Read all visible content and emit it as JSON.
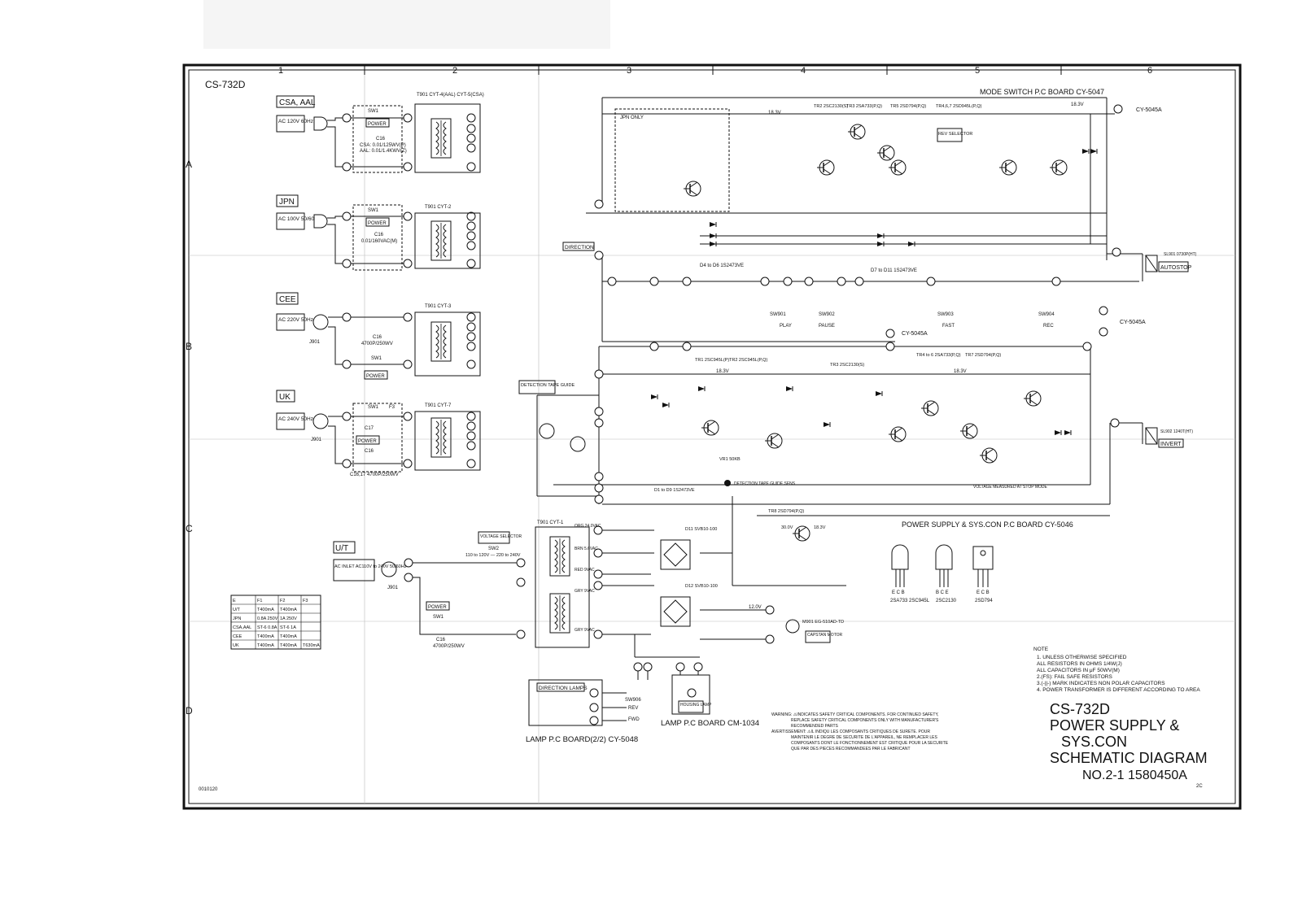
{
  "drawing_id": "CS-732D",
  "corner_code": "0010120",
  "grid_cols": [
    "1",
    "2",
    "3",
    "4",
    "5",
    "6"
  ],
  "grid_rows": [
    "A",
    "B",
    "C",
    "D"
  ],
  "areas": {
    "csa": {
      "tag": "CSA, AAL",
      "inlet": "AC 120V 60Hz",
      "transformer": "T901 CYT-4(AAL) CYT-5(CSA)",
      "sw": "SW1",
      "power": "POWER",
      "cap": "C16",
      "cap_note1": "CSA: 0.01/125WV(P)",
      "cap_note2": "AAL: 0.01/1.4KWV(Z)"
    },
    "jpn": {
      "tag": "JPN",
      "inlet": "AC 100V 50/60Hz",
      "transformer": "T901 CYT-2",
      "sw": "SW1",
      "power": "POWER",
      "cap": "C16",
      "cap_note1": "0.01/160VAC(M)"
    },
    "cee": {
      "tag": "CEE",
      "inlet": "AC 220V 50Hz",
      "transformer": "T901 CYT-3",
      "sw": "SW1",
      "power": "POWER",
      "cap": "C16",
      "cap_note1": "4700P/250WV",
      "jack": "J901"
    },
    "uk": {
      "tag": "UK",
      "inlet": "AC 240V 50Hz",
      "transformer": "T901 CYT-7",
      "sw": "SW1",
      "power": "POWER",
      "cap": "C16",
      "cap2": "C17",
      "fuse": "F3",
      "cap_note1": "C16,17 4700P/250WV",
      "jack": "J901"
    },
    "ut": {
      "tag": "U/T",
      "inlet": "AC INLET AC110V to 240V 50/60Hz",
      "transformer": "T901 CYT-1",
      "voltage_selector": "VOLTAGE SELECTOR",
      "sw2": "SW2",
      "vs_range": "110 to 120V — 220 to 240V",
      "power": "POWER",
      "sw": "SW1",
      "cap": "C16",
      "cap_note1": "4700P/250WV",
      "jack": "J901",
      "taps": [
        "ORG 24.0VAC",
        "BRN 5.6VAC",
        "RED 9VAC",
        "GRY 9VAC",
        "GRY 9VAC"
      ]
    }
  },
  "fuse_table": {
    "headers": [
      "E",
      "F1",
      "F2",
      "F3"
    ],
    "rows": [
      [
        "U/T",
        "T400mA",
        "T400mA",
        ""
      ],
      [
        "JPN",
        "0.8A 250V",
        "1A 250V",
        ""
      ],
      [
        "CSA,AAL",
        "ST-6 0.8A",
        "ST-6 1A",
        ""
      ],
      [
        "CEE",
        "T400mA",
        "T400mA",
        ""
      ],
      [
        "UK",
        "T400mA",
        "T400mA",
        "T630mA"
      ]
    ]
  },
  "labels": {
    "mode_board": "MODE SWITCH P.C BOARD CY-5047",
    "jpn_only": "JPN ONLY",
    "rev_selector": "REV SELECTOR",
    "direction": "DIRECTION",
    "autostop": "AUTOSTOP",
    "invert": "INVERT",
    "cy5045a_top": "CY-5045A",
    "cy5045a_mid": "CY-5045A",
    "cy5045a_right": "CY-5045A",
    "sl901": "SL901 0730P(HT)",
    "sl902": "SL902 1240T(HT)",
    "detection": "DETECTION TAPE GUIDE",
    "detection_sens": "DETECTION TAPE GUIDE SENS",
    "vr1": "VR1 50KB",
    "voltage_measured": "VOLTAGE MEASURED AT STOP MODE",
    "power_board": "POWER SUPPLY & SYS.CON P.C BOARD CY-5046",
    "d4_d6": "D4 to D6 1S2473VE",
    "d7_d11": "D7 to D11 1S2473VE",
    "d1_d9": "D1 to D9 1S2473VE",
    "sw901": "SW901",
    "sw902": "SW902",
    "sw903": "SW903",
    "sw904": "SW904",
    "play": "PLAY",
    "pause": "PAUSE",
    "fast": "FAST",
    "rec": "REC",
    "d11": "D11 SVB10-100",
    "d12": "D12 SVB10-100",
    "m901": "M901 EG-510AD-TD",
    "capstan": "CAPSTAN MOTOR",
    "direction_lamps": "DIRECTION LAMPS",
    "lamp_board": "LAMP P.C BOARD(2/2) CY-5048",
    "lamp_board2": "LAMP P.C BOARD CM-1034",
    "housing_lamp": "HOUSING LAMP",
    "sw906": "SW906",
    "rev": "REV",
    "fwd": "FWD",
    "v183": "18.3V",
    "v120": "12.0V",
    "v300": "30.0V",
    "tr8": "TR8 2SD794(P,Q)",
    "tr2_top": "TR2 2SC2130(S)",
    "tr3_top": "TR3 2SA733(P,Q)",
    "tr5_top": "TR5 2SD794(P,Q)",
    "tr467_top": "TR4,6,7 2SD945L(P,Q)",
    "tr1_mid": "TR1 2SC945L(P)",
    "tr2_mid": "TR2 2SC945L(P,Q)",
    "tr3_mid": "TR3 2SC2130(S)",
    "tr46_mid": "TR4 to 6 2SA733(P,Q)",
    "tr7_mid": "TR7 2SD794(P,Q)"
  },
  "pkg": [
    {
      "pins": "E C B",
      "parts": "2SA733 2SC945L"
    },
    {
      "pins": "B C E",
      "parts": "2SC2130"
    },
    {
      "pins": "E C B",
      "parts": "2SD794"
    }
  ],
  "notes": {
    "title": "NOTE",
    "items": [
      "1. UNLESS OTHERWISE SPECIFIED",
      "   ALL RESISTORS IN OHMS 1/4W(J)",
      "   ALL CAPACITORS IN μF 50WV(M)",
      "2.(FS): FAIL SAFE RESISTORS",
      "3.(-||-) MARK INDICATES NON POLAR CAPACITORS",
      "4. POWER TRANSFORMER IS DIFFERENT ACCORDING TO AREA"
    ]
  },
  "warning": {
    "lines": [
      "WARNING: ⚠INDICATES SAFETY CRITICAL COMPONENTS. FOR CONTINUED SAFETY,",
      "REPLACE SAFETY CRITICAL COMPONENTS ONLY WITH MANUFACTURER'S",
      "RECOMMENDED PARTS",
      "AVERTISSEMENT: ⚠IL INDIQU LES COMPOSANTS CRITIQUES DE SURETE. POUR",
      "MAINTENIR LE DEGRE DE SECURITE DE L'APPAREIL, NE REMPLACER LES",
      "COMPOSANTS DONT LE FONCTIONNEMENT EST CRITIQUE POUR LA SECURITE",
      "QUE PAR DES PIECES RECOMMANDEES PAR LE FABRICANT"
    ]
  },
  "title_block": {
    "line1": "CS-732D",
    "line2": "POWER SUPPLY &",
    "line3": "SYS.CON",
    "line4": "SCHEMATIC DIAGRAM",
    "line5": "NO.2-1  1580450A",
    "line6": "2C"
  }
}
